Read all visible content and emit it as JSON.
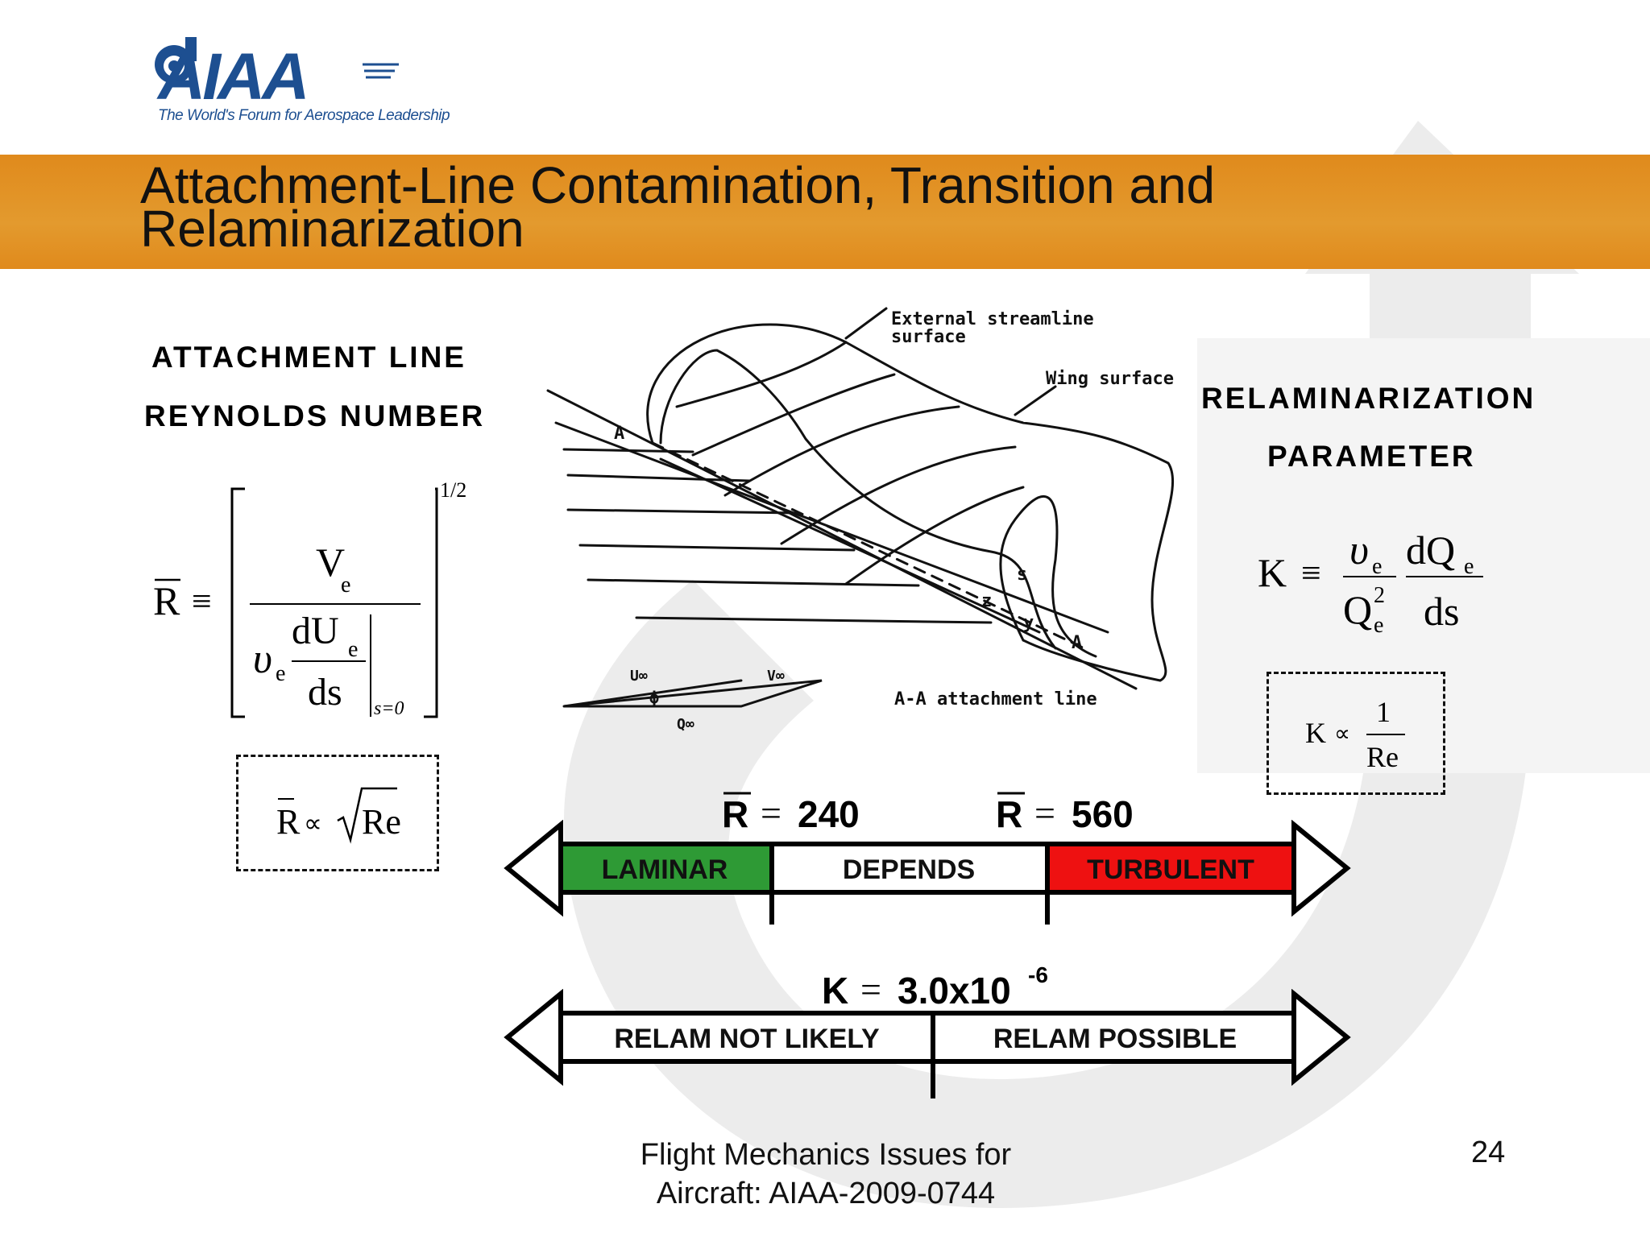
{
  "header": {
    "logo_text": "AIAA",
    "logo_tagline": "The World's Forum for Aerospace Leadership",
    "title_line1": "Attachment-Line Contamination, Transition and",
    "title_line2": "Relaminarization"
  },
  "left_panel": {
    "heading_line1": "ATTACHMENT LINE",
    "heading_line2": "REYNOLDS NUMBER",
    "formula": {
      "lhs": "R",
      "equiv": "≡",
      "numerator": "V",
      "numerator_sub": "e",
      "nu": "υ",
      "nu_sub": "e",
      "du": "dU",
      "du_sub": "e",
      "ds": "ds",
      "eval_at": "s=0",
      "exponent": "1/2"
    },
    "box_formula": {
      "lhs": "R",
      "prop": "∝",
      "rhs": "Re"
    }
  },
  "diagram": {
    "label_streamline": "External streamline",
    "label_surface": "surface",
    "label_wing": "Wing surface",
    "label_attachment": "A-A attachment line",
    "label_a_left": "A",
    "label_a_right": "A",
    "label_s": "s",
    "label_z": "z",
    "label_y": "y",
    "label_u_inf": "U∞",
    "label_v_inf": "V∞",
    "label_q_inf": "Q∞",
    "label_phi": "ϕ"
  },
  "right_panel": {
    "heading_line1": "RELAMINARIZATION",
    "heading_line2": "PARAMETER",
    "formula": {
      "lhs": "K",
      "equiv": "≡",
      "nu": "υ",
      "nu_sub": "e",
      "q": "Q",
      "q_sub": "e",
      "q_sup": "2",
      "dq": "dQ",
      "dq_sub": "e",
      "ds": "ds"
    },
    "box_formula": {
      "lhs": "K",
      "prop": "∝",
      "num": "1",
      "den": "Re"
    }
  },
  "bar1": {
    "label_r1_sym": "R",
    "label_r1_eq": "=",
    "label_r1_val": "240",
    "label_r2_sym": "R",
    "label_r2_eq": "=",
    "label_r2_val": "560",
    "segments": [
      "LAMINAR",
      "DEPENDS",
      "TURBULENT"
    ],
    "colors": {
      "laminar": "#2e9a35",
      "depends": "#ffffff",
      "turbulent": "#ee1111"
    }
  },
  "bar2": {
    "label_sym": "K",
    "label_eq": "=",
    "label_val": "3.0x10",
    "label_exp": "-6",
    "segments": [
      "RELAM NOT LIKELY",
      "RELAM POSSIBLE"
    ]
  },
  "footer": {
    "line1": "Flight Mechanics Issues for",
    "line2": "Aircraft: AIAA-2009-0744",
    "page_number": "24"
  },
  "colors": {
    "title_band": "#e08a1c",
    "logo_blue": "#1d4f91",
    "watermark": "#ebebeb"
  }
}
